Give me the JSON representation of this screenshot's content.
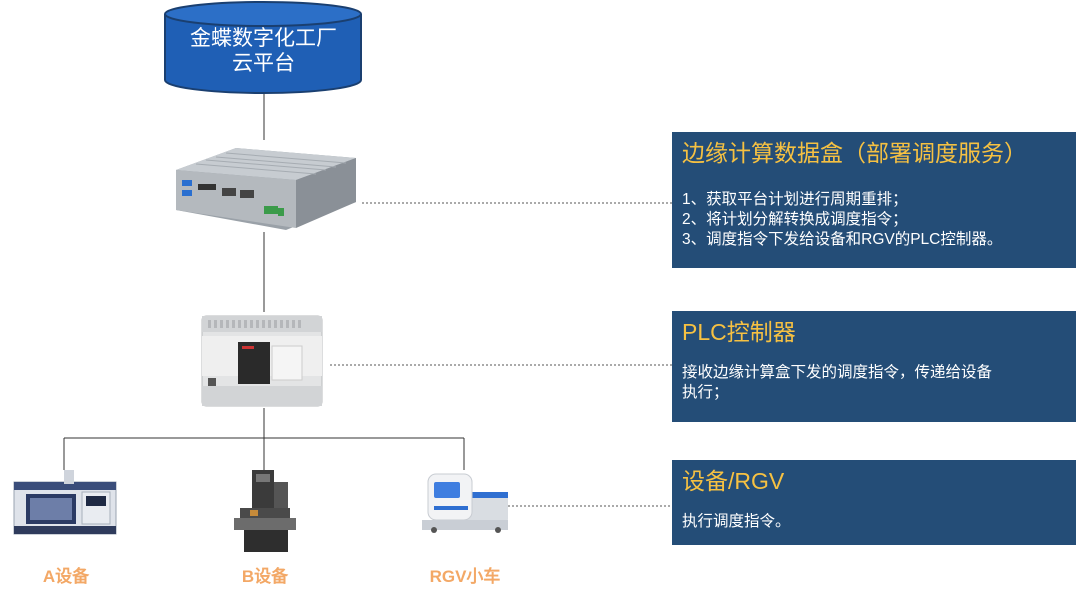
{
  "cloud": {
    "lines": [
      "金蝶数字化工厂",
      "云平台"
    ]
  },
  "panels": {
    "edge": {
      "title": "边缘计算数据盒（部署调度服务）",
      "items": [
        "1、获取平台计划进行周期重排；",
        "2、将计划分解转换成调度指令；",
        "3、调度指令下发给设备和RGV的PLC控制器。"
      ]
    },
    "plc": {
      "title": "PLC控制器",
      "items": [
        "接收边缘计算盒下发的调度指令，传递给设备",
        "执行；"
      ]
    },
    "device": {
      "title": "设备/RGV",
      "items": [
        "执行调度指令。"
      ]
    }
  },
  "devices": {
    "a_label": "A设备",
    "b_label": "B设备",
    "rgv_label": "RGV小车"
  },
  "colors": {
    "panel_bg": "#244d77",
    "panel_title": "#f6c142",
    "device_label": "#f3a866",
    "cylinder": "#1f5fb5"
  }
}
